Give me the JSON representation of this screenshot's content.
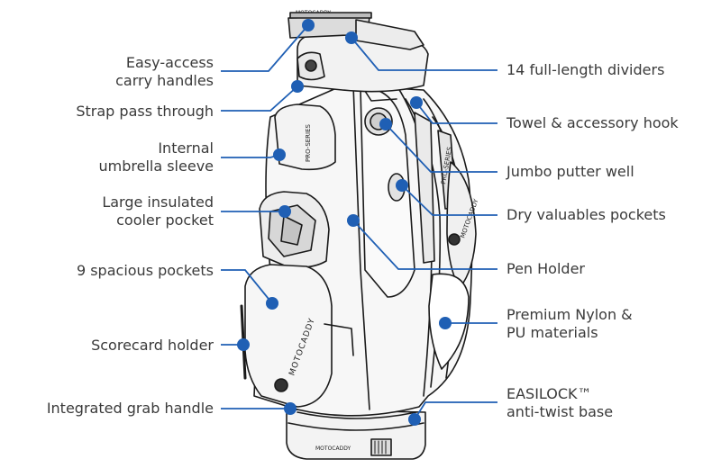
{
  "diagram": {
    "accent_color": "#1f5fb4",
    "left_labels": [
      {
        "id": "carry-handles",
        "lines": [
          "Easy-access",
          "carry handles"
        ]
      },
      {
        "id": "strap-pass",
        "lines": [
          "Strap pass through"
        ]
      },
      {
        "id": "umbrella-sleeve",
        "lines": [
          "Internal",
          "umbrella sleeve"
        ]
      },
      {
        "id": "cooler-pocket",
        "lines": [
          "Large insulated",
          "cooler pocket"
        ]
      },
      {
        "id": "spacious-pockets",
        "lines": [
          "9 spacious pockets"
        ]
      },
      {
        "id": "scorecard-holder",
        "lines": [
          "Scorecard holder"
        ]
      },
      {
        "id": "grab-handle",
        "lines": [
          "Integrated grab handle"
        ]
      }
    ],
    "right_labels": [
      {
        "id": "dividers",
        "lines": [
          "14 full-length dividers"
        ]
      },
      {
        "id": "towel-hook",
        "lines": [
          "Towel & accessory hook"
        ]
      },
      {
        "id": "putter-well",
        "lines": [
          "Jumbo putter well"
        ]
      },
      {
        "id": "dry-pockets",
        "lines": [
          "Dry valuables pockets"
        ]
      },
      {
        "id": "pen-holder",
        "lines": [
          "Pen Holder"
        ]
      },
      {
        "id": "nylon-pu",
        "lines": [
          "Premium Nylon &",
          "PU materials"
        ]
      },
      {
        "id": "easilock",
        "lines": [
          "EASILOCK™",
          "anti-twist base"
        ]
      }
    ],
    "bag_text": {
      "top_brand": "MOTOCADDY",
      "side_brand": "MOTOCADDY",
      "series_left": "PRO-SERIES",
      "series_right": "PRO-SERIES",
      "right_brand": "MOTOCADDY",
      "base_brand": "MOTOCADDY"
    }
  }
}
